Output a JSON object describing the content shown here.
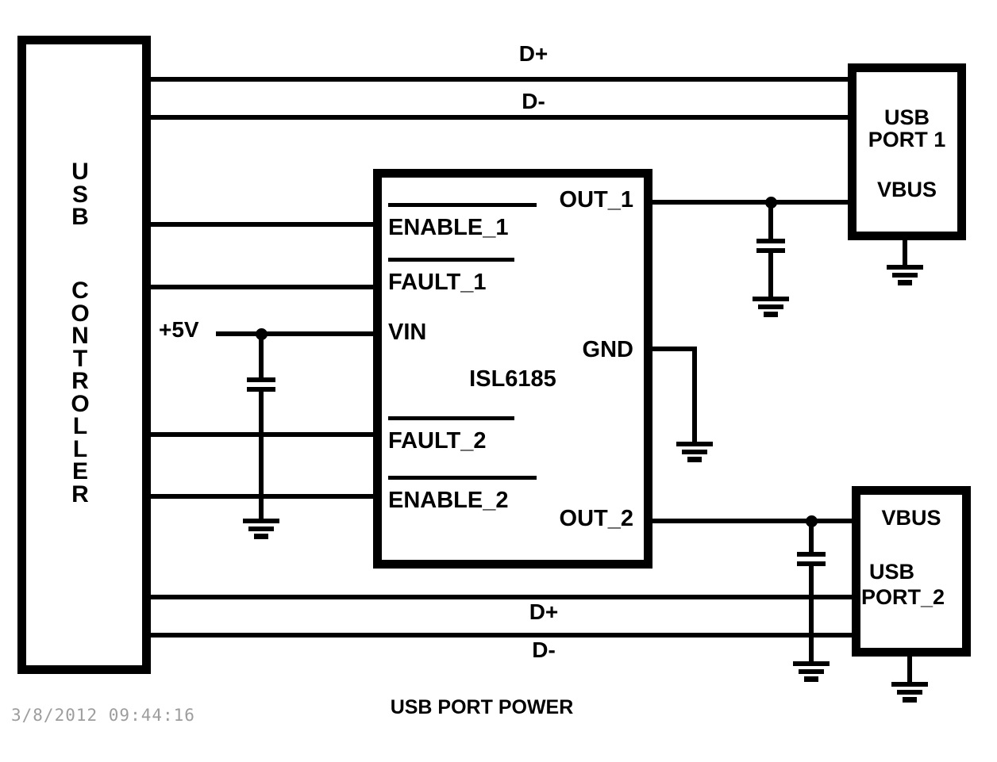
{
  "title": "USB PORT POWER",
  "timestamp": "3/8/2012 09:44:16",
  "controller": {
    "label_top": "USB",
    "label_bottom": "CONTROLLER"
  },
  "ic": {
    "part_number": "ISL6185",
    "pins": {
      "enable_1": "ENABLE_1",
      "fault_1": "FAULT_1",
      "vin": "VIN",
      "fault_2": "FAULT_2",
      "enable_2": "ENABLE_2",
      "out_1": "OUT_1",
      "gnd": "GND",
      "out_2": "OUT_2"
    }
  },
  "port1": {
    "name_line1": "USB",
    "name_line2": "PORT 1",
    "pin_vbus": "VBUS"
  },
  "port2": {
    "pin_vbus": "VBUS",
    "name_line1": "USB",
    "name_line2": "PORT_2"
  },
  "nets": {
    "d_plus_top": "D+",
    "d_minus_top": "D-",
    "supply": "+5V",
    "d_plus_bottom": "D+",
    "d_minus_bottom": "D-"
  }
}
